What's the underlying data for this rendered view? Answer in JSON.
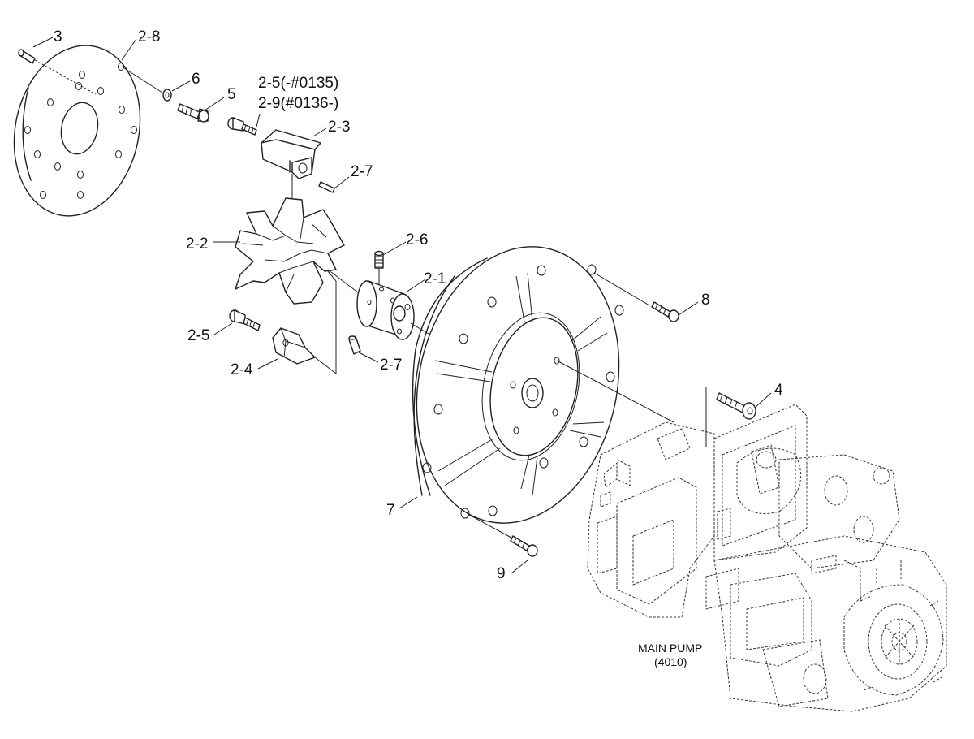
{
  "labels": {
    "p3": "3",
    "p2_8": "2-8",
    "p6": "6",
    "p5": "5",
    "p2_5a": "2-5(-#0135)",
    "p2_9": "2-9(#0136-)",
    "p2_3": "2-3",
    "p2_7a": "2-7",
    "p2_2": "2-2",
    "p2_6": "2-6",
    "p2_1": "2-1",
    "p2_5b": "2-5",
    "p2_4": "2-4",
    "p2_7b": "2-7",
    "p8": "8",
    "p4": "4",
    "p7": "7",
    "p9": "9",
    "main_pump": "MAIN PUMP",
    "main_pump_code": "(4010)"
  }
}
